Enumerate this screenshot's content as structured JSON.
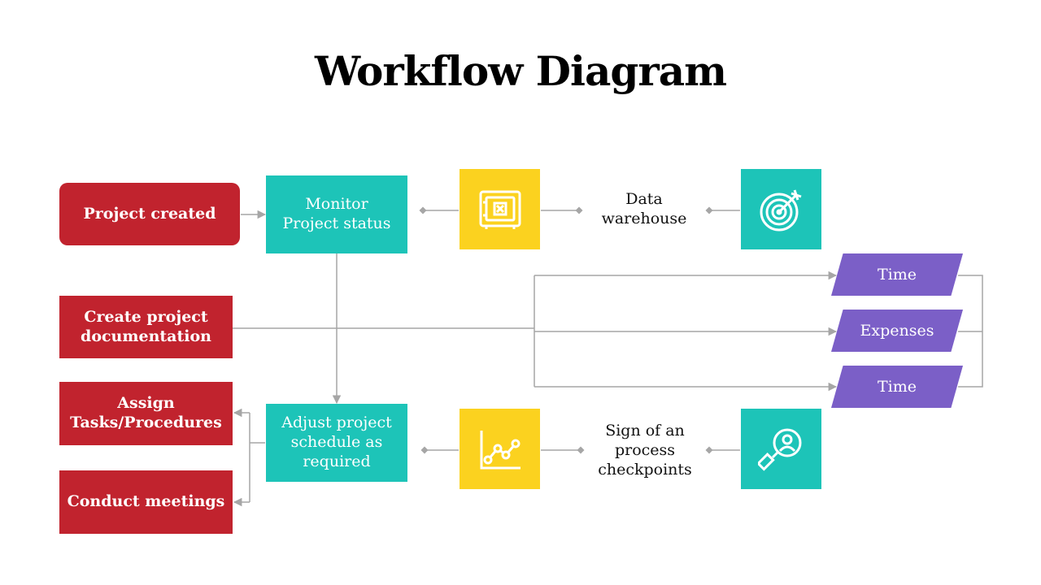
{
  "title": "Workflow Diagram",
  "left_tasks": {
    "project_created": "Project created",
    "create_documentation": "Create project documentation",
    "assign_tasks": "Assign Tasks/Procedures",
    "conduct_meetings": "Conduct meetings"
  },
  "center": {
    "monitor_status": "Monitor Project status",
    "adjust_schedule": "Adjust project schedule as required"
  },
  "right": {
    "data_warehouse": "Data warehouse",
    "sign_checkpoints": "Sign of an process checkpoints"
  },
  "outputs": [
    "Time",
    "Expenses",
    "Time"
  ],
  "icons": {
    "top_yellow": "safe-icon",
    "top_teal": "target-icon",
    "bottom_yellow": "line-chart-icon",
    "bottom_teal": "user-search-icon"
  },
  "colors": {
    "red": "#c1232e",
    "teal": "#1dc4b8",
    "yellow": "#fbd21f",
    "purple": "#7b5fc7",
    "connector": "#a6a6a6"
  }
}
